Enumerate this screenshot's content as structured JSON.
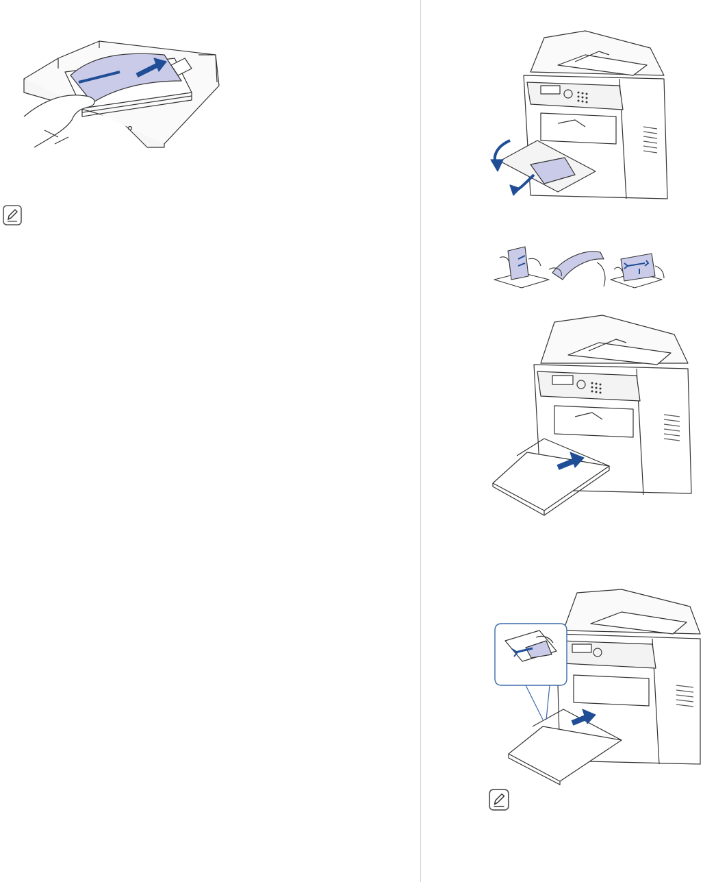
{
  "document": {
    "text_blocks": [],
    "figures": [
      {
        "name": "tray-loading-paper",
        "icon": "tray-paper-loading-illustration"
      },
      {
        "name": "manual-tray-open",
        "icon": "printer-manual-tray-open-illustration"
      },
      {
        "name": "paper-fanning",
        "icon": "paper-flex-fan-illustration"
      },
      {
        "name": "manual-tray-load",
        "icon": "printer-manual-tray-load-illustration"
      },
      {
        "name": "manual-tray-guide-adjust",
        "icon": "printer-guide-adjust-illustration"
      }
    ],
    "notes": [
      {
        "icon": "note-pencil-icon"
      },
      {
        "icon": "note-pencil-icon"
      }
    ],
    "colors": {
      "accent_blue": "#1f4e96",
      "paper_tint": "#c9cbe8",
      "line": "#333333",
      "divider": "#d2d2d2"
    }
  }
}
